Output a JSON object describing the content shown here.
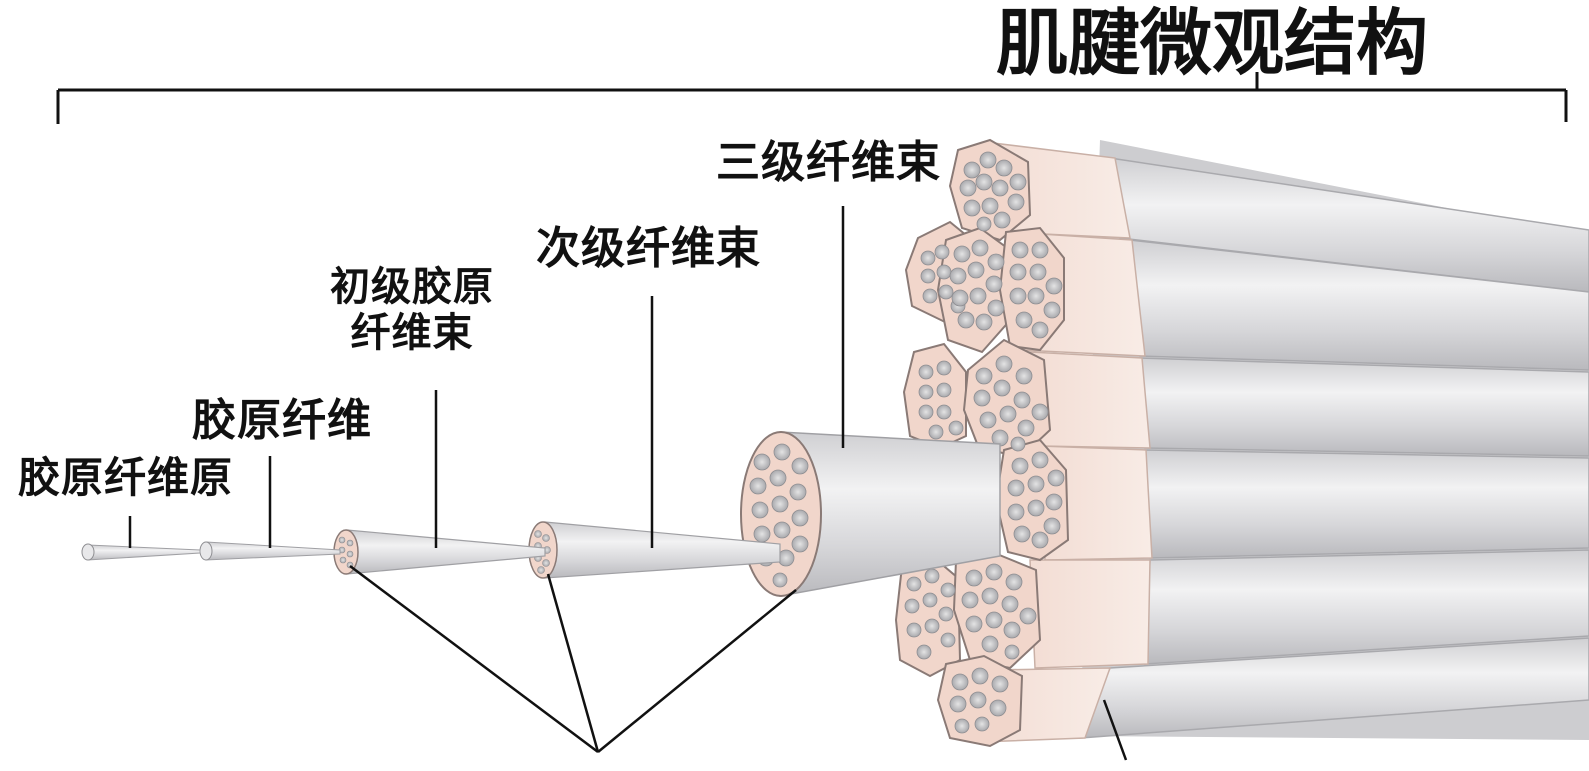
{
  "title": "肌腱微观结构",
  "labels": {
    "tertiary_fascicle": "三级纤维束",
    "secondary_fascicle": "次级纤维束",
    "primary_fascicle_line1": "初级胶原",
    "primary_fascicle_line2": "纤维束",
    "collagen_fiber": "胶原纤维",
    "collagen_fibril": "胶原纤维原"
  },
  "colors": {
    "fiber_fill": "#dcdcdc",
    "fiber_highlight": "#f0f0f0",
    "cross_section": "#f2d9cf",
    "cross_section_edge": "#e3b8a8",
    "inner_bundle": "#c9c9c9",
    "leader_line": "#111111"
  }
}
